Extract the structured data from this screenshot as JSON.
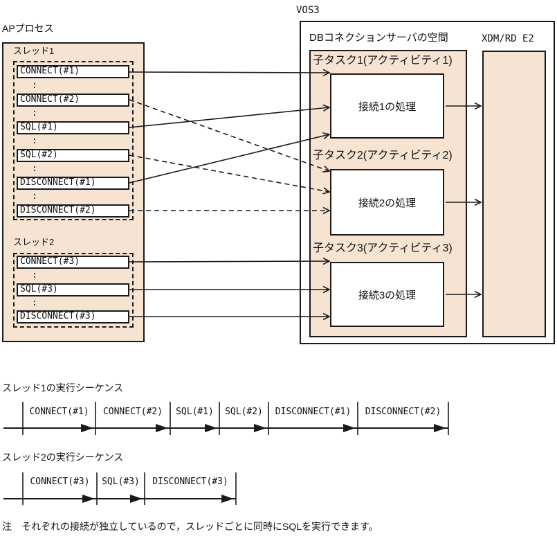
{
  "diagram": {
    "vos3_label": "VOS3",
    "ap_process": {
      "label": "APプロセス",
      "ellipsis": ":",
      "threads": [
        {
          "label": "スレッド1",
          "commands": [
            "CONNECT(#1)",
            "CONNECT(#2)",
            "SQL(#1)",
            "SQL(#2)",
            "DISCONNECT(#1)",
            "DISCONNECT(#2)"
          ]
        },
        {
          "label": "スレッド2",
          "commands": [
            "CONNECT(#3)",
            "SQL(#3)",
            "DISCONNECT(#3)"
          ]
        }
      ]
    },
    "db_server": {
      "label": "DBコネクションサーバの空間",
      "tasks": [
        {
          "label": "子タスク1(アクティビティ1)",
          "process": "接続1の処理"
        },
        {
          "label": "子タスク2(アクティビティ2)",
          "process": "接続2の処理"
        },
        {
          "label": "子タスク3(アクティビティ3)",
          "process": "接続3の処理"
        }
      ]
    },
    "xdm_label": "XDM/RD E2"
  },
  "sequences": [
    {
      "title": "スレッド1の実行シーケンス",
      "segments": [
        "CONNECT(#1)",
        "CONNECT(#2)",
        "SQL(#1)",
        "SQL(#2)",
        "DISCONNECT(#1)",
        "DISCONNECT(#2)"
      ]
    },
    {
      "title": "スレッド2の実行シーケンス",
      "segments": [
        "CONNECT(#3)",
        "SQL(#3)",
        "DISCONNECT(#3)"
      ]
    }
  ],
  "note": "注　それぞれの接続が独立しているので，スレッドごとに同時にSQLを実行できます。",
  "colors": {
    "panel_fill": "#f6e3d1",
    "line": "#1a1a1a"
  }
}
